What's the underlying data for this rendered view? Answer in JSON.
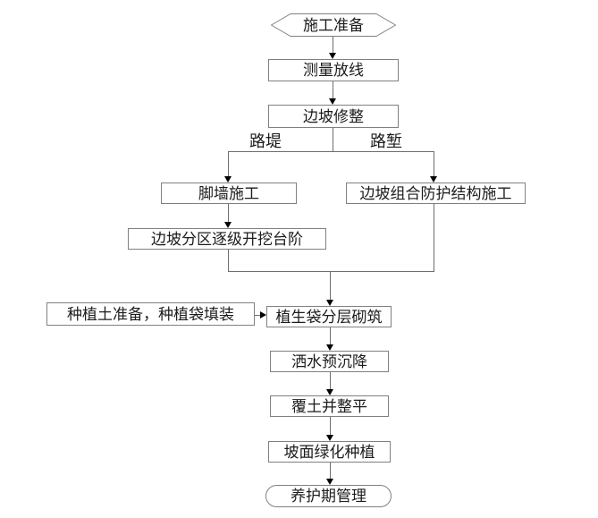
{
  "flowchart": {
    "nodes": {
      "start": {
        "label": "施工准备",
        "shape": "hexagon"
      },
      "survey": {
        "label": "测量放线",
        "shape": "rect"
      },
      "slope_trim": {
        "label": "边坡修整",
        "shape": "rect"
      },
      "foot_wall": {
        "label": "脚墙施工",
        "shape": "rect"
      },
      "protect_struct": {
        "label": "边坡组合防护结构施工",
        "shape": "rect"
      },
      "excavate_steps": {
        "label": "边坡分区逐级开挖台阶",
        "shape": "rect"
      },
      "soil_prep": {
        "label": "种植土准备，种植袋填装",
        "shape": "rect"
      },
      "bag_masonry": {
        "label": "植生袋分层砌筑",
        "shape": "rect"
      },
      "water_settle": {
        "label": "洒水预沉降",
        "shape": "rect"
      },
      "cover_level": {
        "label": "覆土并整平",
        "shape": "rect"
      },
      "greening": {
        "label": "坡面绿化种植",
        "shape": "rect"
      },
      "maintenance": {
        "label": "养护期管理",
        "shape": "stadium"
      }
    },
    "branch_labels": {
      "left": "路堤",
      "right": "路堑"
    },
    "edges": [
      {
        "from": "start",
        "to": "survey"
      },
      {
        "from": "survey",
        "to": "slope_trim"
      },
      {
        "from": "slope_trim",
        "to": "foot_wall",
        "label": "路堤"
      },
      {
        "from": "slope_trim",
        "to": "protect_struct",
        "label": "路堑"
      },
      {
        "from": "foot_wall",
        "to": "excavate_steps"
      },
      {
        "from": "excavate_steps",
        "to": "bag_masonry"
      },
      {
        "from": "protect_struct",
        "to": "bag_masonry"
      },
      {
        "from": "soil_prep",
        "to": "bag_masonry"
      },
      {
        "from": "bag_masonry",
        "to": "water_settle"
      },
      {
        "from": "water_settle",
        "to": "cover_level"
      },
      {
        "from": "cover_level",
        "to": "greening"
      },
      {
        "from": "greening",
        "to": "maintenance"
      }
    ],
    "colors": {
      "background": "#ffffff",
      "box_border": "#808080",
      "line": "#6e6e6e",
      "arrow": "#000000",
      "text": "#1c1c1c"
    }
  }
}
